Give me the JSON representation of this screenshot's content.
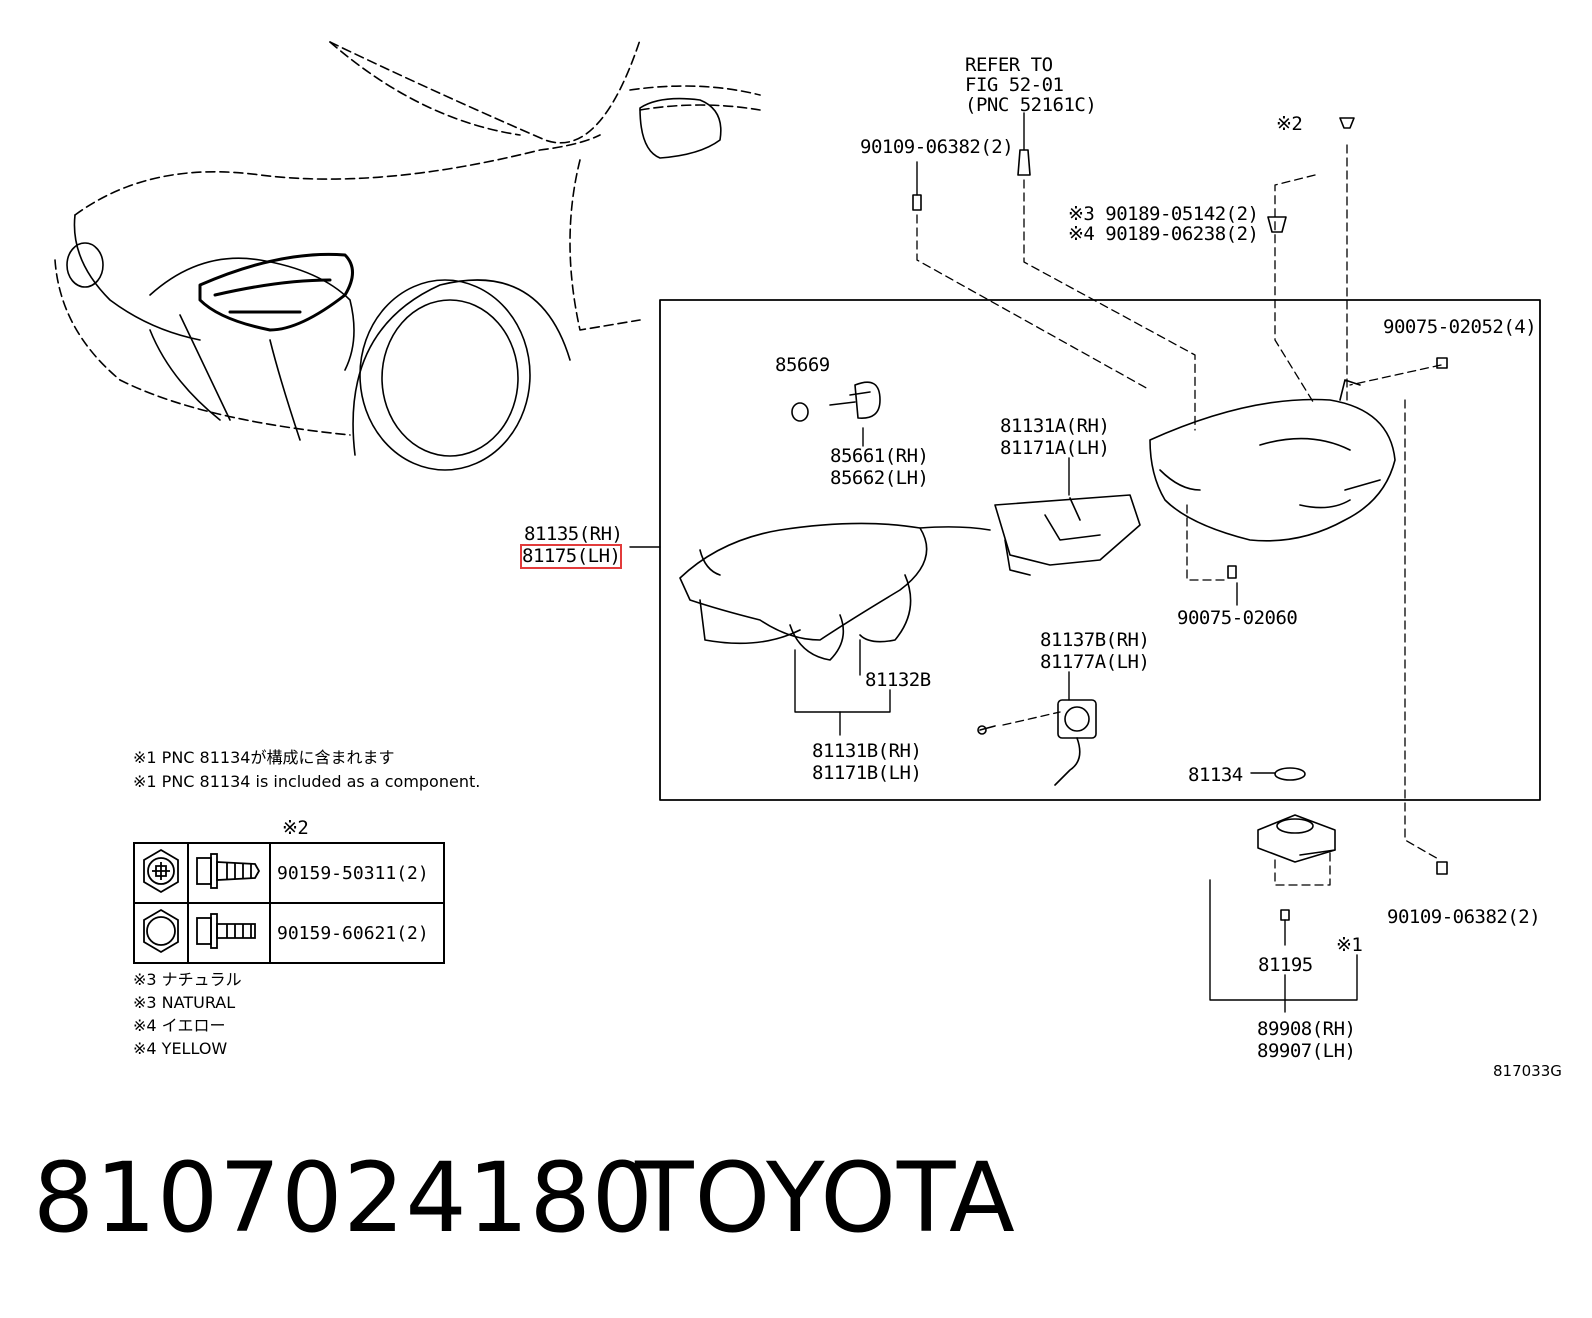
{
  "callouts": {
    "refer_to": "REFER TO",
    "fig": "FIG 52-01",
    "pnc": "(PNC 52161C)",
    "p90109_top": "90109-06382(2)",
    "note2_mark": "※2",
    "p90189_05142": "※3 90189-05142(2)",
    "p90189_06238": "※4 90189-06238(2)",
    "p90075_02052": "90075-02052(4)",
    "p85669": "85669",
    "p85661": "85661(RH)",
    "p85662": "85662(LH)",
    "p81131a": "81131A(RH)",
    "p81171a": "81171A(LH)",
    "p81135": "81135(RH)",
    "p81175": "81175(LH)",
    "p90075_02060": "90075-02060",
    "p81137b": "81137B(RH)",
    "p81177a": "81177A(LH)",
    "p81132b": "81132B",
    "p81131b": "81131B(RH)",
    "p81171b": "81171B(LH)",
    "p81134": "81134",
    "p90109_bottom": "90109-06382(2)",
    "p81195": "81195",
    "note1_mark": "※1",
    "p89908": "89908(RH)",
    "p89907": "89907(LH)",
    "fig_code": "817033G"
  },
  "notes": {
    "n1_jp": "※1 PNC 81134が構成に含まれます",
    "n1_en": "※1 PNC 81134 is included as a component.",
    "n3_jp": "※3 ナチュラル",
    "n3_en": "※3 NATURAL",
    "n4_jp": "※4 イエロー",
    "n4_en": "※4 YELLOW"
  },
  "fastener_table": {
    "header_mark": "※2",
    "rows": [
      {
        "part": "90159-50311(2)",
        "icon": "phillips-hex-head-icon"
      },
      {
        "part": "90159-60621(2)",
        "icon": "hex-head-icon"
      }
    ]
  },
  "footer": {
    "part_number": "8107024180",
    "brand": "TOYOTA"
  },
  "highlight_color": "#e23b3b"
}
